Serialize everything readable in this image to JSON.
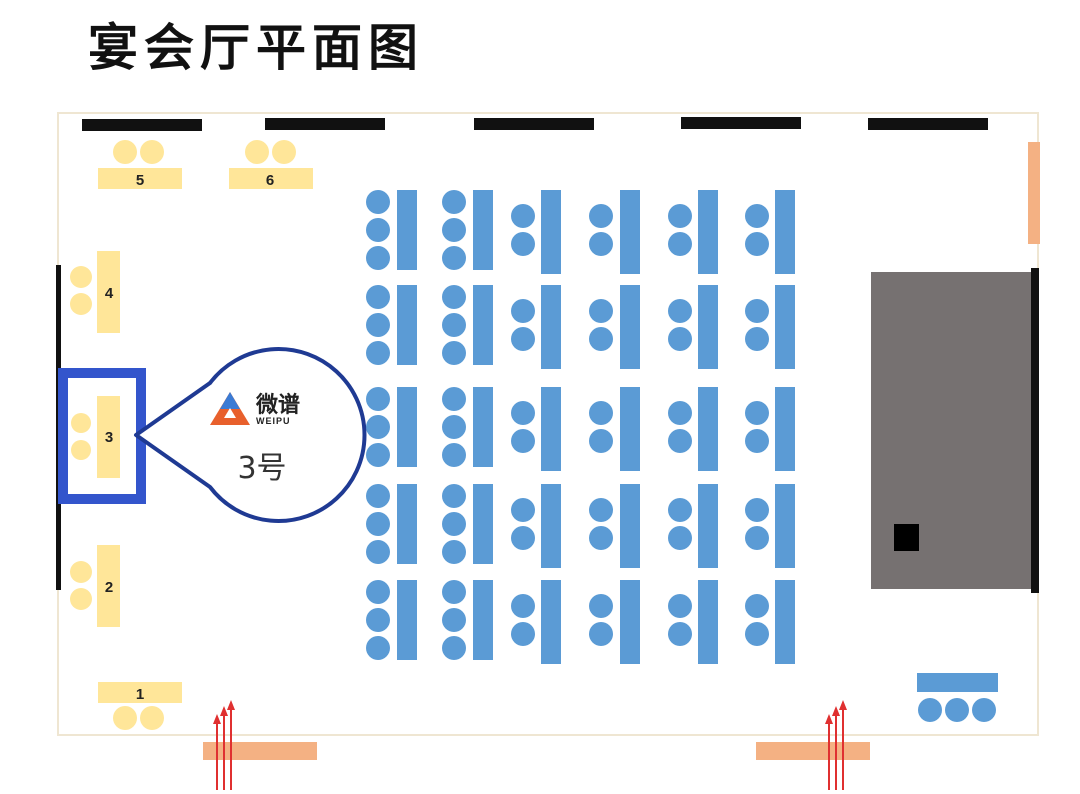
{
  "title": "宴会厅平面图",
  "colors": {
    "seat": "#5B9BD5",
    "vip_table": "#FFE699",
    "vip_seat": "#FFE699",
    "door": "#F4B183",
    "stage": "#767171",
    "highlight": "#3355CC",
    "callout_border": "#1F3A93",
    "wall": "#111111",
    "arrow": "#E03030",
    "room_border": "#EFE6D2"
  },
  "vip_tables": [
    {
      "id": "1",
      "label": "1"
    },
    {
      "id": "2",
      "label": "2"
    },
    {
      "id": "3",
      "label": "3"
    },
    {
      "id": "4",
      "label": "4"
    },
    {
      "id": "5",
      "label": "5"
    },
    {
      "id": "6",
      "label": "6"
    }
  ],
  "seating": {
    "rows": 5,
    "columns": 6
  },
  "callout": {
    "brand_cn": "微谱",
    "brand_en": "WEIPU",
    "text": "3号",
    "target_table": "3"
  },
  "icons": [
    "weipu-logo-icon",
    "entrance-arrow-icon"
  ]
}
